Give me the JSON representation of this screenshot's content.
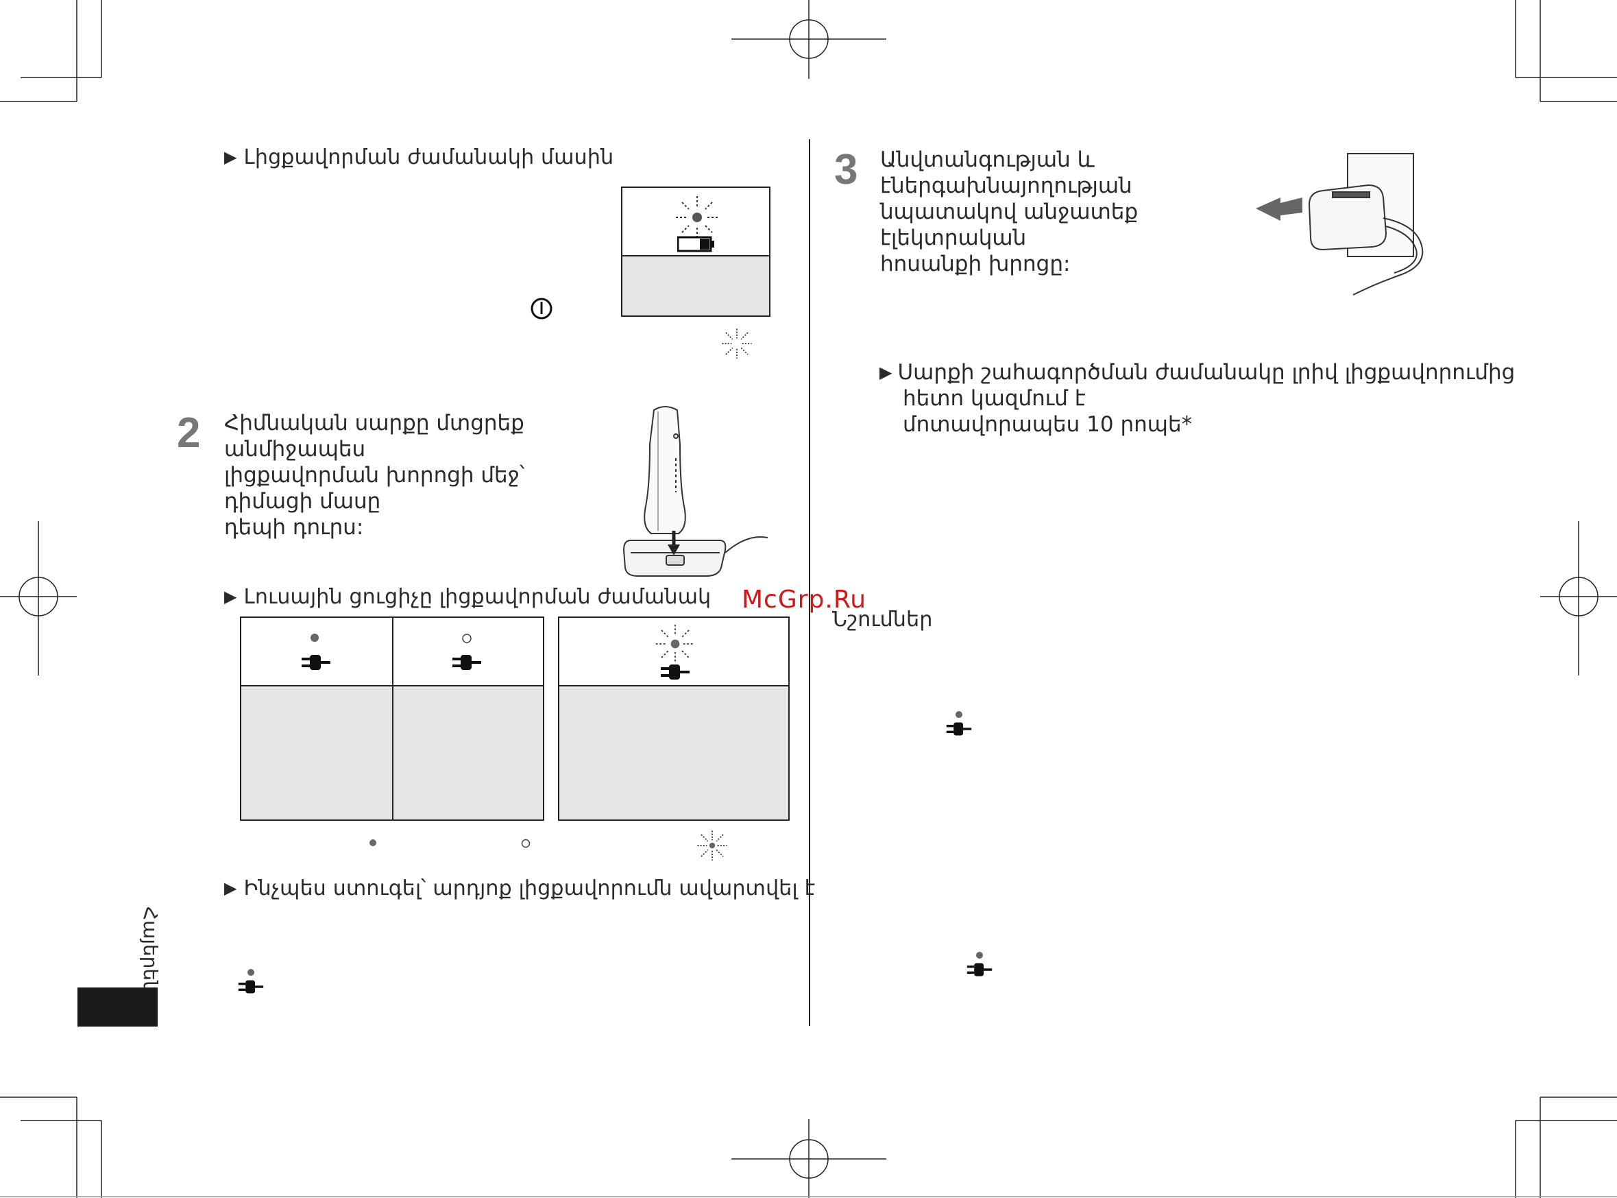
{
  "section1": {
    "heading": "Լիցքավորման ժամանակի մասին"
  },
  "step2": {
    "number": "2",
    "text_lines": [
      "Հիմնական սարքը մտցրեք անմիջապես",
      "լիցքավորման խորոցի մեջ՝ դիմացի մասը",
      "դեպի դուրս:"
    ]
  },
  "section_indicator": {
    "heading": "Լուսային ցուցիչը լիցքավորման ժամանակ"
  },
  "section_how": {
    "heading": "Ինչպես ստուգել՝ արդյոք լիցքավորումն ավարտվել է"
  },
  "step3": {
    "number": "3",
    "text_lines": [
      "Անվտանգության և էներգախնայողության",
      "նպատակով անջատեք էլեկտրական",
      "հոսանքի խրոցը:"
    ]
  },
  "usage_time": {
    "lines": [
      "Սարքի շահագործման ժամանակը լրիվ լիցքավորումից",
      "հետո կազմում է",
      "մոտավորապես 10 րոպե*"
    ]
  },
  "notes": {
    "heading": "Նշումներ"
  },
  "sidebar": {
    "language_label": "Հայերեն"
  },
  "watermark": {
    "text": "McGrp.Ru"
  },
  "icons": {
    "power": "power-button-icon",
    "blink": "blinking-light-icon",
    "plug": "charging-plug-icon",
    "battery": "low-battery-icon"
  },
  "colors": {
    "ink": "#2a2a2a",
    "shade": "#e6e6e6",
    "watermark": "#d01818",
    "step_number": "#777777"
  }
}
